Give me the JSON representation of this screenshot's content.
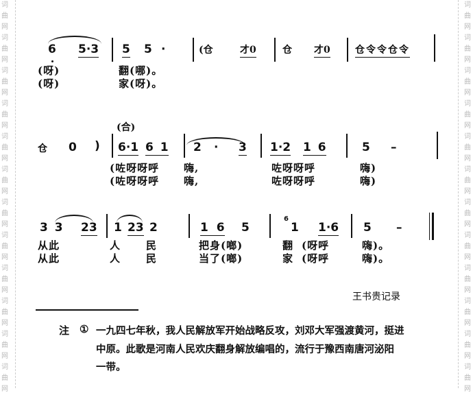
{
  "watermark": [
    "词",
    "曲",
    "网"
  ],
  "row1": {
    "notes": [
      "6",
      "5·3",
      "5",
      "5",
      "·",
      "(仓",
      "才0",
      "仓",
      "才0",
      "仓令令仓令"
    ],
    "lyrics1": [
      "(呀)",
      "翻(哪)。"
    ],
    "lyrics2": [
      "(呀)",
      "家(呀)。"
    ]
  },
  "row2": {
    "chorus_mark": "(合)",
    "notes": [
      "仓",
      "0",
      ")",
      "6·1",
      "6 1",
      "2",
      "·",
      "3",
      "1·2",
      "1 6",
      "5",
      "–"
    ],
    "lyrics1": [
      "(咗呀呀呼",
      "嗨,",
      "咗呀呀呼",
      "嗨)"
    ],
    "lyrics2": [
      "(咗呀呀呼",
      "嗨,",
      "咗呀呀呼",
      "嗨)"
    ]
  },
  "row3": {
    "notes": [
      "3 3",
      "23",
      "1",
      "23",
      "2",
      "1 6",
      "5",
      "6",
      "1",
      "1·6",
      "5",
      "–"
    ],
    "lyrics1": [
      "从此",
      "人",
      "民",
      "把身(啷)",
      "翻",
      "(呀呼",
      "嗨)。"
    ],
    "lyrics2": [
      "从此",
      "人",
      "民",
      "当了(啷)",
      "家",
      "(呀呼",
      "嗨)。"
    ]
  },
  "attribution": "王书贵记录",
  "footnote": {
    "label": "注",
    "marker": "①",
    "lines": [
      "一九四七年秋，我人民解放军开始战略反攻，刘邓大军强渡黄河，挺进",
      "中原。此歌是河南人民欢庆翻身解放编唱的，流行于豫西南唐河泌阳",
      "一带。"
    ]
  }
}
